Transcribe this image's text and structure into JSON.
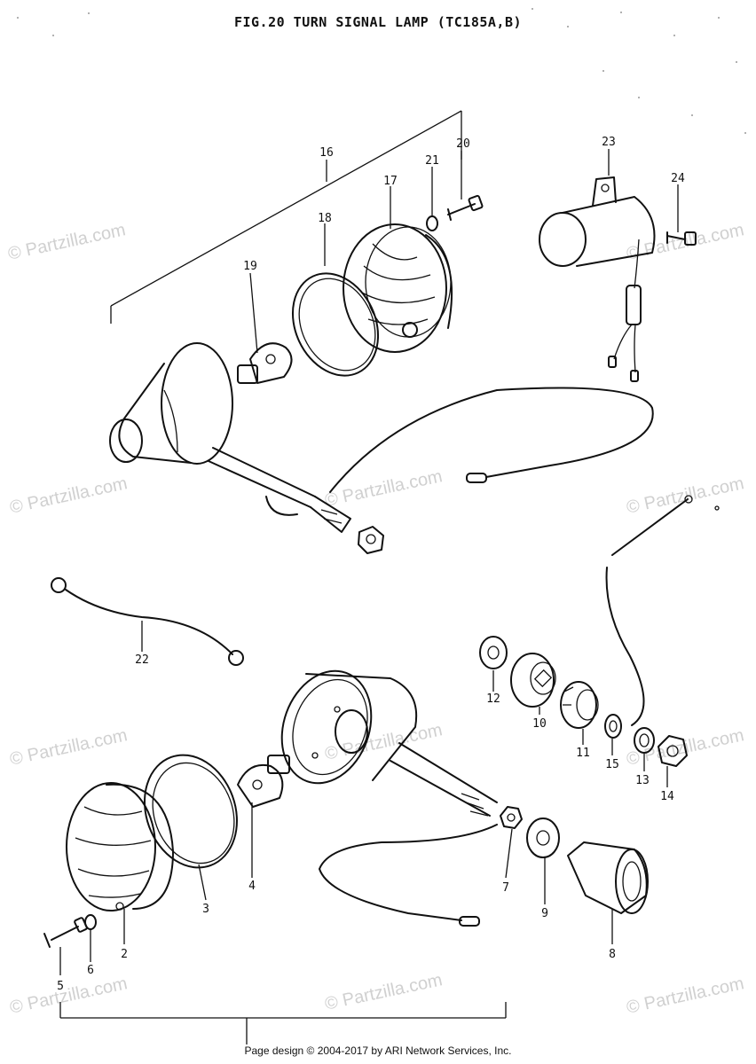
{
  "title": "FIG.20  TURN SIGNAL LAMP (TC185A,B)",
  "footer": "Page design © 2004-2017 by ARI Network Services, Inc.",
  "watermark": "© Partzilla.com",
  "callouts": {
    "p2": "2",
    "p3": "3",
    "p4": "4",
    "p5": "5",
    "p6": "6",
    "p7": "7",
    "p8": "8",
    "p9": "9",
    "p10": "10",
    "p11": "11",
    "p12": "12",
    "p13": "13",
    "p14": "14",
    "p15": "15",
    "p16": "16",
    "p17": "17",
    "p18": "18",
    "p19": "19",
    "p20": "20",
    "p21": "21",
    "p22": "22",
    "p23": "23",
    "p24": "24"
  }
}
